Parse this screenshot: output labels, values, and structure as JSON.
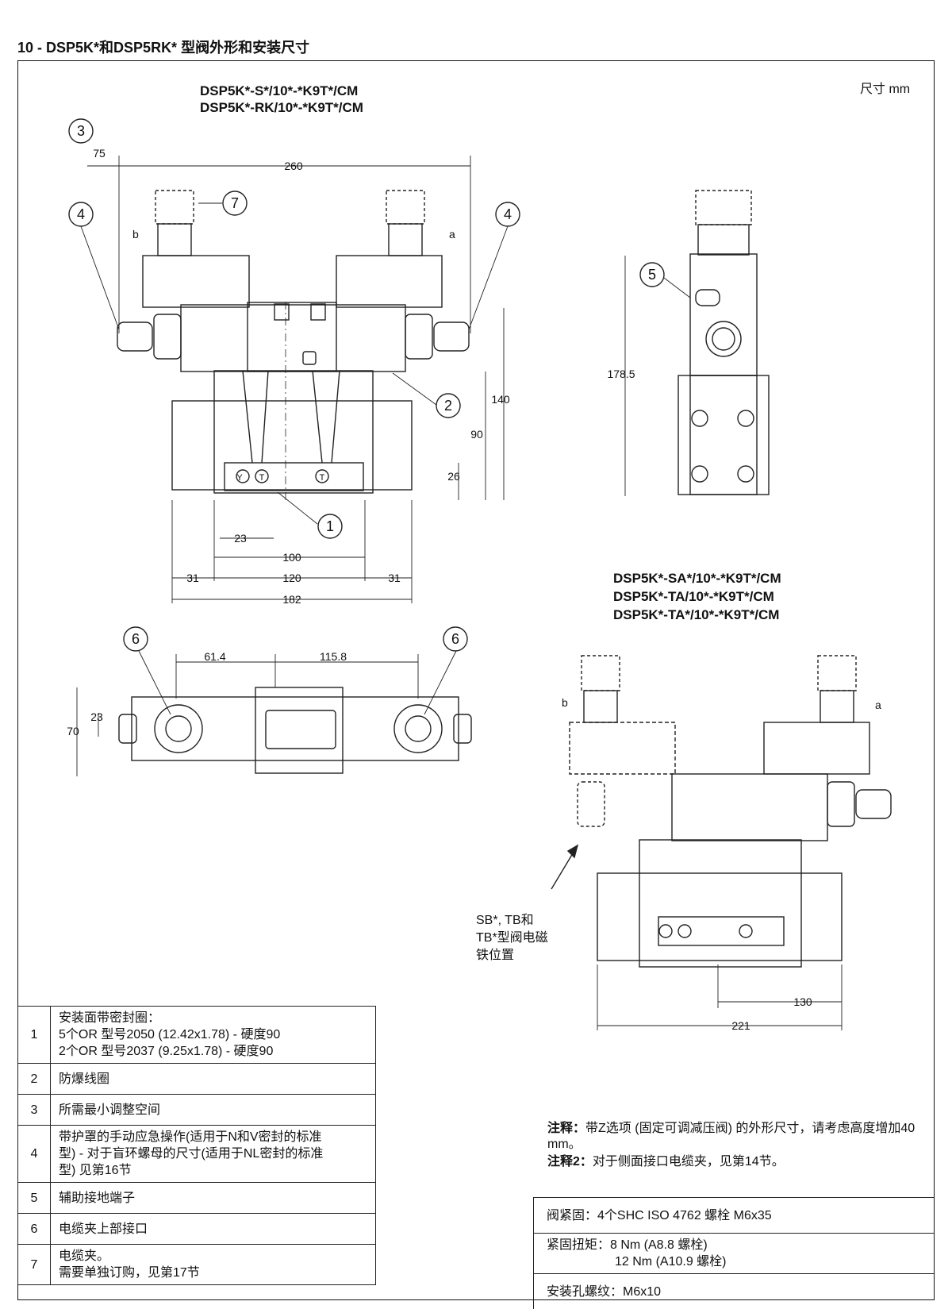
{
  "heading": "10 - DSP5K*和DSP5RK* 型阀外形和安装尺寸",
  "unit_note": "尺寸 mm",
  "models_top": [
    "DSP5K*-S*/10*-*K9T*/CM",
    "DSP5K*-RK/10*-*K9T*/CM"
  ],
  "models_right": [
    "DSP5K*-SA*/10*-*K9T*/CM",
    "DSP5K*-TA/10*-*K9T*/CM",
    "DSP5K*-TA*/10*-*K9T*/CM"
  ],
  "callouts": {
    "c1": "1",
    "c2": "2",
    "c3": "3",
    "c4": "4",
    "c5": "5",
    "c6": "6",
    "c7": "7"
  },
  "side_labels": {
    "a": "a",
    "b": "b"
  },
  "port_labels": {
    "y": "Y",
    "t": "T"
  },
  "dims": {
    "d75": "75",
    "d260": "260",
    "d140": "140",
    "d90": "90",
    "d26": "26",
    "d23": "23",
    "d100": "100",
    "d31": "31",
    "d120": "120",
    "d182": "182",
    "d178_5": "178.5",
    "d61_4": "61.4",
    "d115_8": "115.8",
    "d70": "70",
    "d130": "130",
    "d221": "221"
  },
  "solenoid_position_note": [
    "SB*, TB和",
    "TB*型阀电磁",
    "铁位置"
  ],
  "legend": [
    {
      "num": "1",
      "lines": [
        "安装面带密封圈：",
        "5个OR 型号2050 (12.42x1.78) - 硬度90",
        "2个OR 型号2037 (9.25x1.78) - 硬度90"
      ]
    },
    {
      "num": "2",
      "lines": [
        "防爆线圈"
      ]
    },
    {
      "num": "3",
      "lines": [
        "所需最小调整空间"
      ]
    },
    {
      "num": "4",
      "lines": [
        "带护罩的手动应急操作(适用于N和V密封的标准",
        "型) - 对于盲环螺母的尺寸(适用于NL密封的标准",
        "型) 见第16节"
      ]
    },
    {
      "num": "5",
      "lines": [
        "辅助接地端子"
      ]
    },
    {
      "num": "6",
      "lines": [
        "电缆夹上部接口"
      ]
    },
    {
      "num": "7",
      "lines": [
        "电缆夹。",
        "需要单独订购，见第17节"
      ]
    }
  ],
  "notes": {
    "n1_label": "注释：",
    "n1_text": "带Z选项 (固定可调减压阀) 的外形尺寸，请考虑高度增加40 mm。",
    "n2_label": "注释2：",
    "n2_text": "对于侧面接口电缆夹，见第14节。"
  },
  "spec": [
    {
      "lines": [
        "阀紧固：4个SHC ISO 4762 螺栓 M6x35"
      ]
    },
    {
      "lines": [
        "紧固扭矩：8 Nm (A8.8 螺栓)",
        "12 Nm (A10.9 螺栓)"
      ]
    },
    {
      "lines": [
        "安装孔螺纹：M6x10"
      ]
    }
  ]
}
